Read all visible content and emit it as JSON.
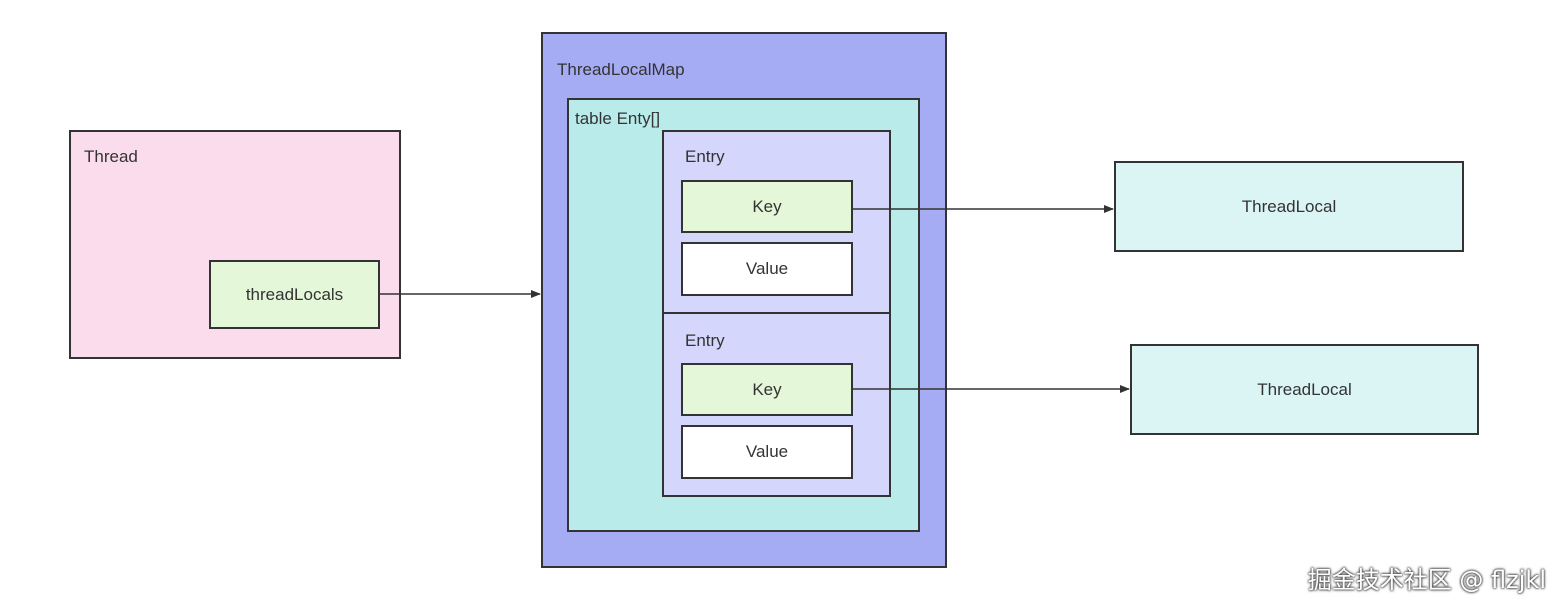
{
  "thread": {
    "title": "Thread",
    "field": "threadLocals"
  },
  "map": {
    "title": "ThreadLocalMap",
    "table": {
      "title": "table Enty[]",
      "entries": [
        {
          "title": "Entry",
          "key": "Key",
          "value": "Value"
        },
        {
          "title": "Entry",
          "key": "Key",
          "value": "Value"
        }
      ]
    }
  },
  "thread_locals": [
    {
      "label": "ThreadLocal"
    },
    {
      "label": "ThreadLocal"
    }
  ],
  "watermark": "掘金技术社区 @ flzjkl",
  "colors": {
    "thread_fill": "#fbdcec",
    "green_fill": "#e4f7d9",
    "map_fill": "#a5acf4",
    "table_fill": "#b8ebea",
    "entry_fill": "#d4d6fb",
    "threadlocal_fill": "#daf5f4",
    "stroke": "#333333"
  }
}
